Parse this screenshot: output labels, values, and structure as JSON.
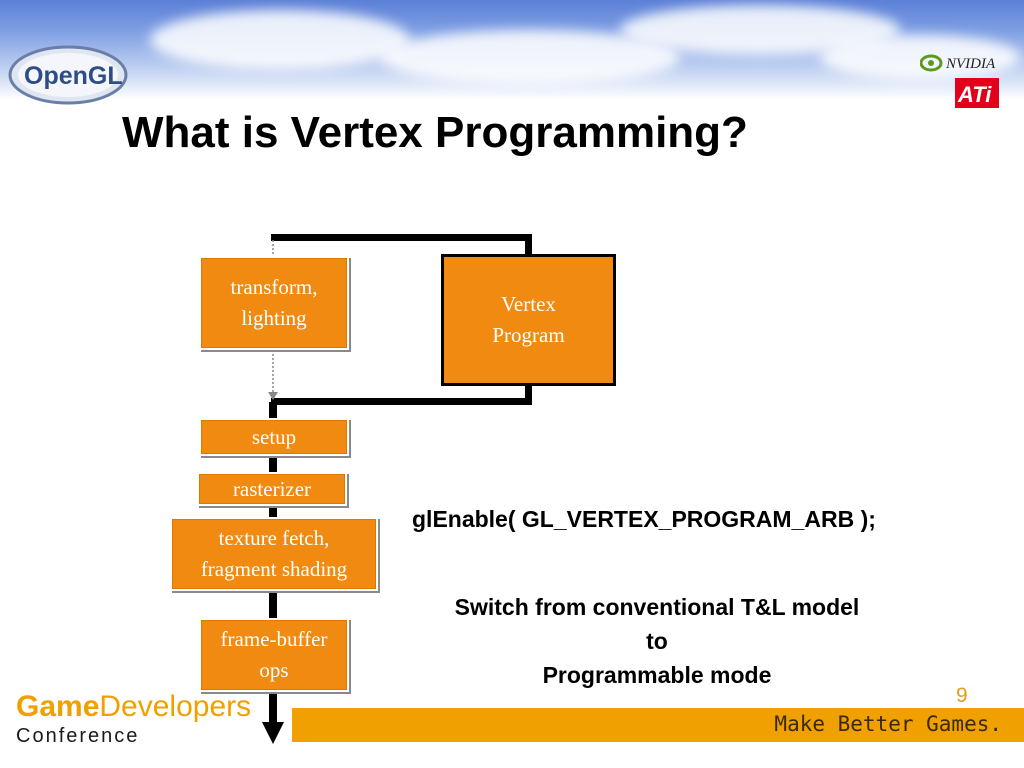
{
  "slide": {
    "title": "What is Vertex Programming?",
    "page_number": "9"
  },
  "logos": {
    "opengl": "OpenGL",
    "nvidia": "NVIDIA",
    "ati": "ATi",
    "gdc_game": "Game",
    "gdc_developers": "Developers",
    "gdc_conference": "Conference"
  },
  "pipeline": {
    "transform": [
      "transform,",
      "lighting"
    ],
    "vertex_program": [
      "Vertex",
      "Program"
    ],
    "setup": "setup",
    "rasterizer": "rasterizer",
    "texture": [
      "texture fetch,",
      "fragment shading"
    ],
    "framebuffer": [
      "frame-buffer",
      "ops"
    ]
  },
  "code_line": "glEnable( GL_VERTEX_PROGRAM_ARB );",
  "note": {
    "line1": "Switch from conventional T&L model",
    "line2": "to",
    "line3": "Programmable mode"
  },
  "footer": {
    "tagline": "Make Better Games."
  },
  "colors": {
    "box_orange": "#f08a10",
    "footer_gold": "#f0a000",
    "sky_blue": "#5b7fd6"
  }
}
